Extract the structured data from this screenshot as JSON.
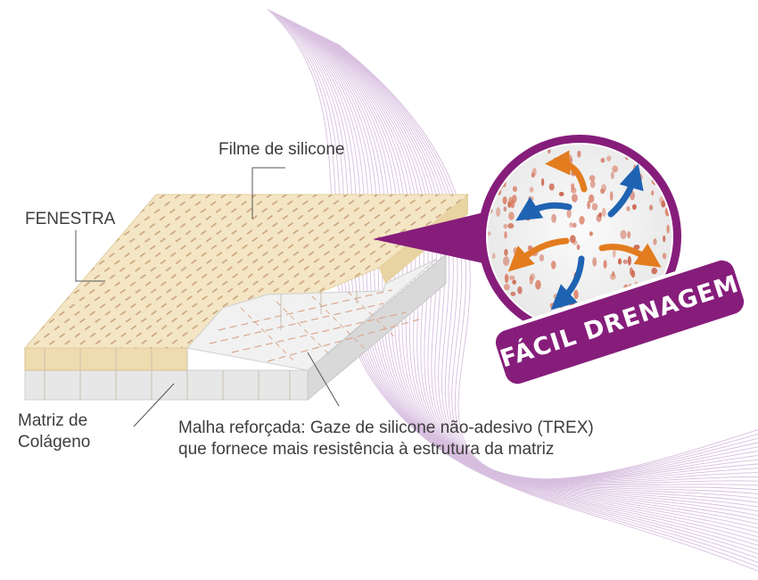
{
  "labels": {
    "filme": "Filme de silicone",
    "fenestra": "FENESTRA",
    "matriz_line1": "Matriz de",
    "matriz_line2": "Colágeno",
    "malha_line1": "Malha reforçada: Gaze de silicone não-adesivo (TREX)",
    "malha_line2": "que fornece mais resistência à estrutura da matriz"
  },
  "badge": {
    "text": "FÁCIL DRENAGEM"
  },
  "colors": {
    "brand_purple": "#861d7b",
    "film_beige": "#f4e6c4",
    "collagen_gray": "#e7e7e7",
    "arrow_blue": "#1f63b3",
    "arrow_orange": "#e37c1f",
    "wave_lines": "#b88ac6"
  },
  "icons": [
    "flow-arrow-icon"
  ]
}
